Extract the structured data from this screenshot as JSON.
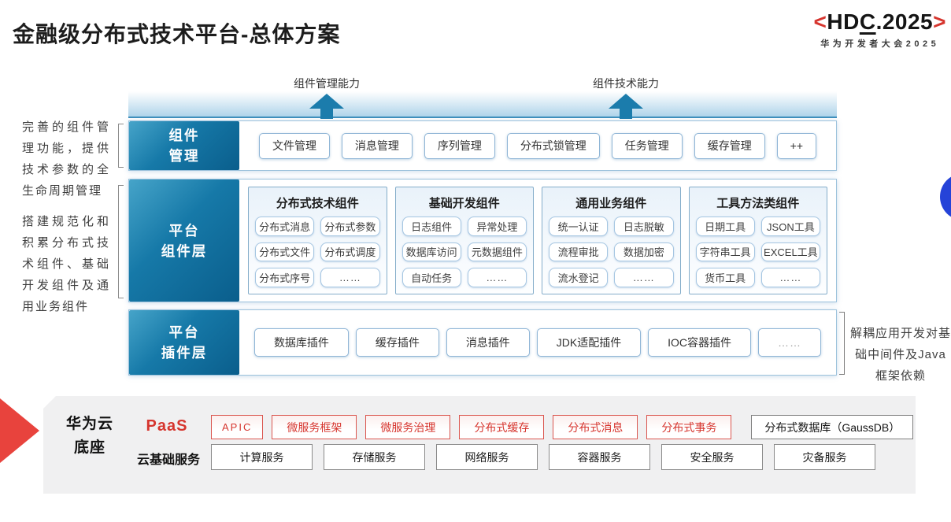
{
  "title": "金融级分布式技术平台-总体方案",
  "logo": {
    "open": "<",
    "p1": "HD",
    "p2": "C",
    "p3": ".2025",
    "close": ">",
    "subtitle": "华为开发者大会2025"
  },
  "arrows": [
    {
      "label": "组件管理能力"
    },
    {
      "label": "组件技术能力"
    }
  ],
  "annotations": {
    "manage": "完善的组件管理功能，提供技术参数的全生命周期管理",
    "build": "搭建规范化和积累分布式技术组件、基础开发组件及通用业务组件",
    "decouple": "解耦应用开发对基础中间件及Java框架依赖"
  },
  "layers": [
    {
      "id": "component-management",
      "label_lines": [
        "组件",
        "管理"
      ],
      "items": [
        "文件管理",
        "消息管理",
        "序列管理",
        "分布式锁管理",
        "任务管理",
        "缓存管理",
        "++"
      ]
    },
    {
      "id": "platform-components",
      "label_lines": [
        "平台",
        "组件层"
      ],
      "columns": [
        {
          "title": "分布式技术组件",
          "items": [
            "分布式消息",
            "分布式参数",
            "分布式文件",
            "分布式调度",
            "分布式序号",
            "……"
          ]
        },
        {
          "title": "基础开发组件",
          "items": [
            "日志组件",
            "异常处理",
            "数据库访问",
            "元数据组件",
            "自动任务",
            "……"
          ]
        },
        {
          "title": "通用业务组件",
          "items": [
            "统一认证",
            "日志脱敏",
            "流程审批",
            "数据加密",
            "流水登记",
            "……"
          ]
        },
        {
          "title": "工具方法类组件",
          "items": [
            "日期工具",
            "JSON工具",
            "字符串工具",
            "EXCEL工具",
            "货币工具",
            "……"
          ]
        }
      ]
    },
    {
      "id": "platform-plugins",
      "label_lines": [
        "平台",
        "插件层"
      ],
      "items": [
        "数据库插件",
        "缓存插件",
        "消息插件",
        "JDK适配插件",
        "IOC容器插件",
        "……"
      ]
    }
  ],
  "foundation": {
    "label_lines": [
      "华为云",
      "底座"
    ],
    "paas_label": "PaaS",
    "paas_items": [
      "APIC",
      "微服务框架",
      "微服务治理",
      "分布式缓存",
      "分布式消息",
      "分布式事务"
    ],
    "paas_db": "分布式数据库（GaussDB）",
    "iaas_label": "云基础服务",
    "iaas_items": [
      "计算服务",
      "存储服务",
      "网络服务",
      "容器服务",
      "安全服务",
      "灾备服务"
    ]
  },
  "colors": {
    "teal": "#0F6E9C",
    "teal_light": "#46A4C9",
    "arrow": "#1B7CAC",
    "red": "#D6352E",
    "panel_gray": "#F0F0F1",
    "box_border_blue": "#8FB5D6",
    "accent_circle_blue": "#2543D8"
  }
}
